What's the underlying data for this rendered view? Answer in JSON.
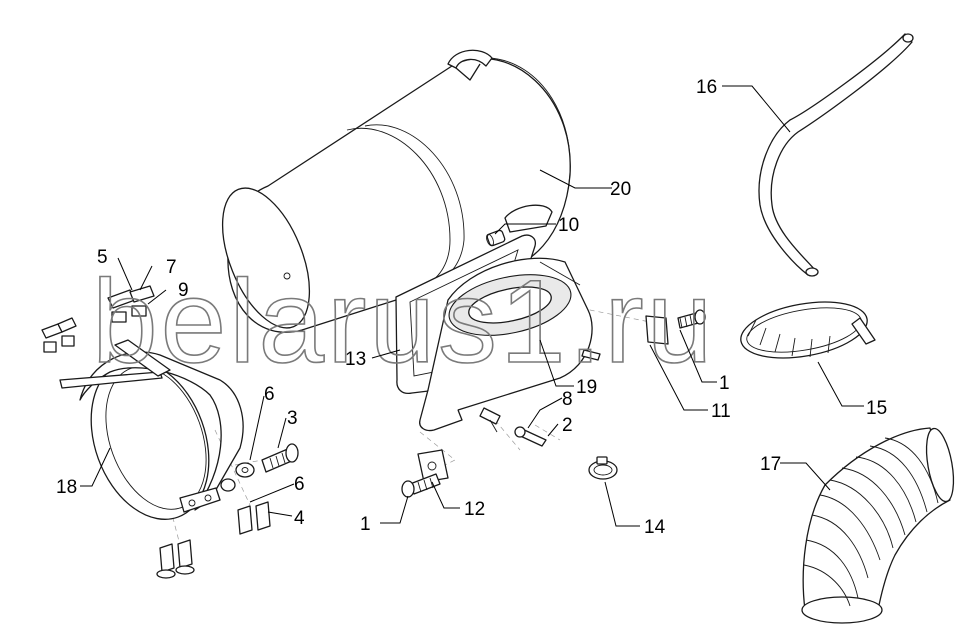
{
  "watermark": "belarus1.ru",
  "callouts": {
    "c1a": "1",
    "c1b": "1",
    "c2": "2",
    "c3": "3",
    "c4": "4",
    "c5": "5",
    "c6a": "6",
    "c6b": "6",
    "c7": "7",
    "c8": "8",
    "c9": "9",
    "c10": "10",
    "c11": "11",
    "c12": "12",
    "c13": "13",
    "c14": "14",
    "c15": "15",
    "c16": "16",
    "c17": "17",
    "c18": "18",
    "c19": "19",
    "c20": "20"
  },
  "colors": {
    "line": "#1a1a1a",
    "watermark": "#7a7a7a",
    "background": "#ffffff"
  }
}
